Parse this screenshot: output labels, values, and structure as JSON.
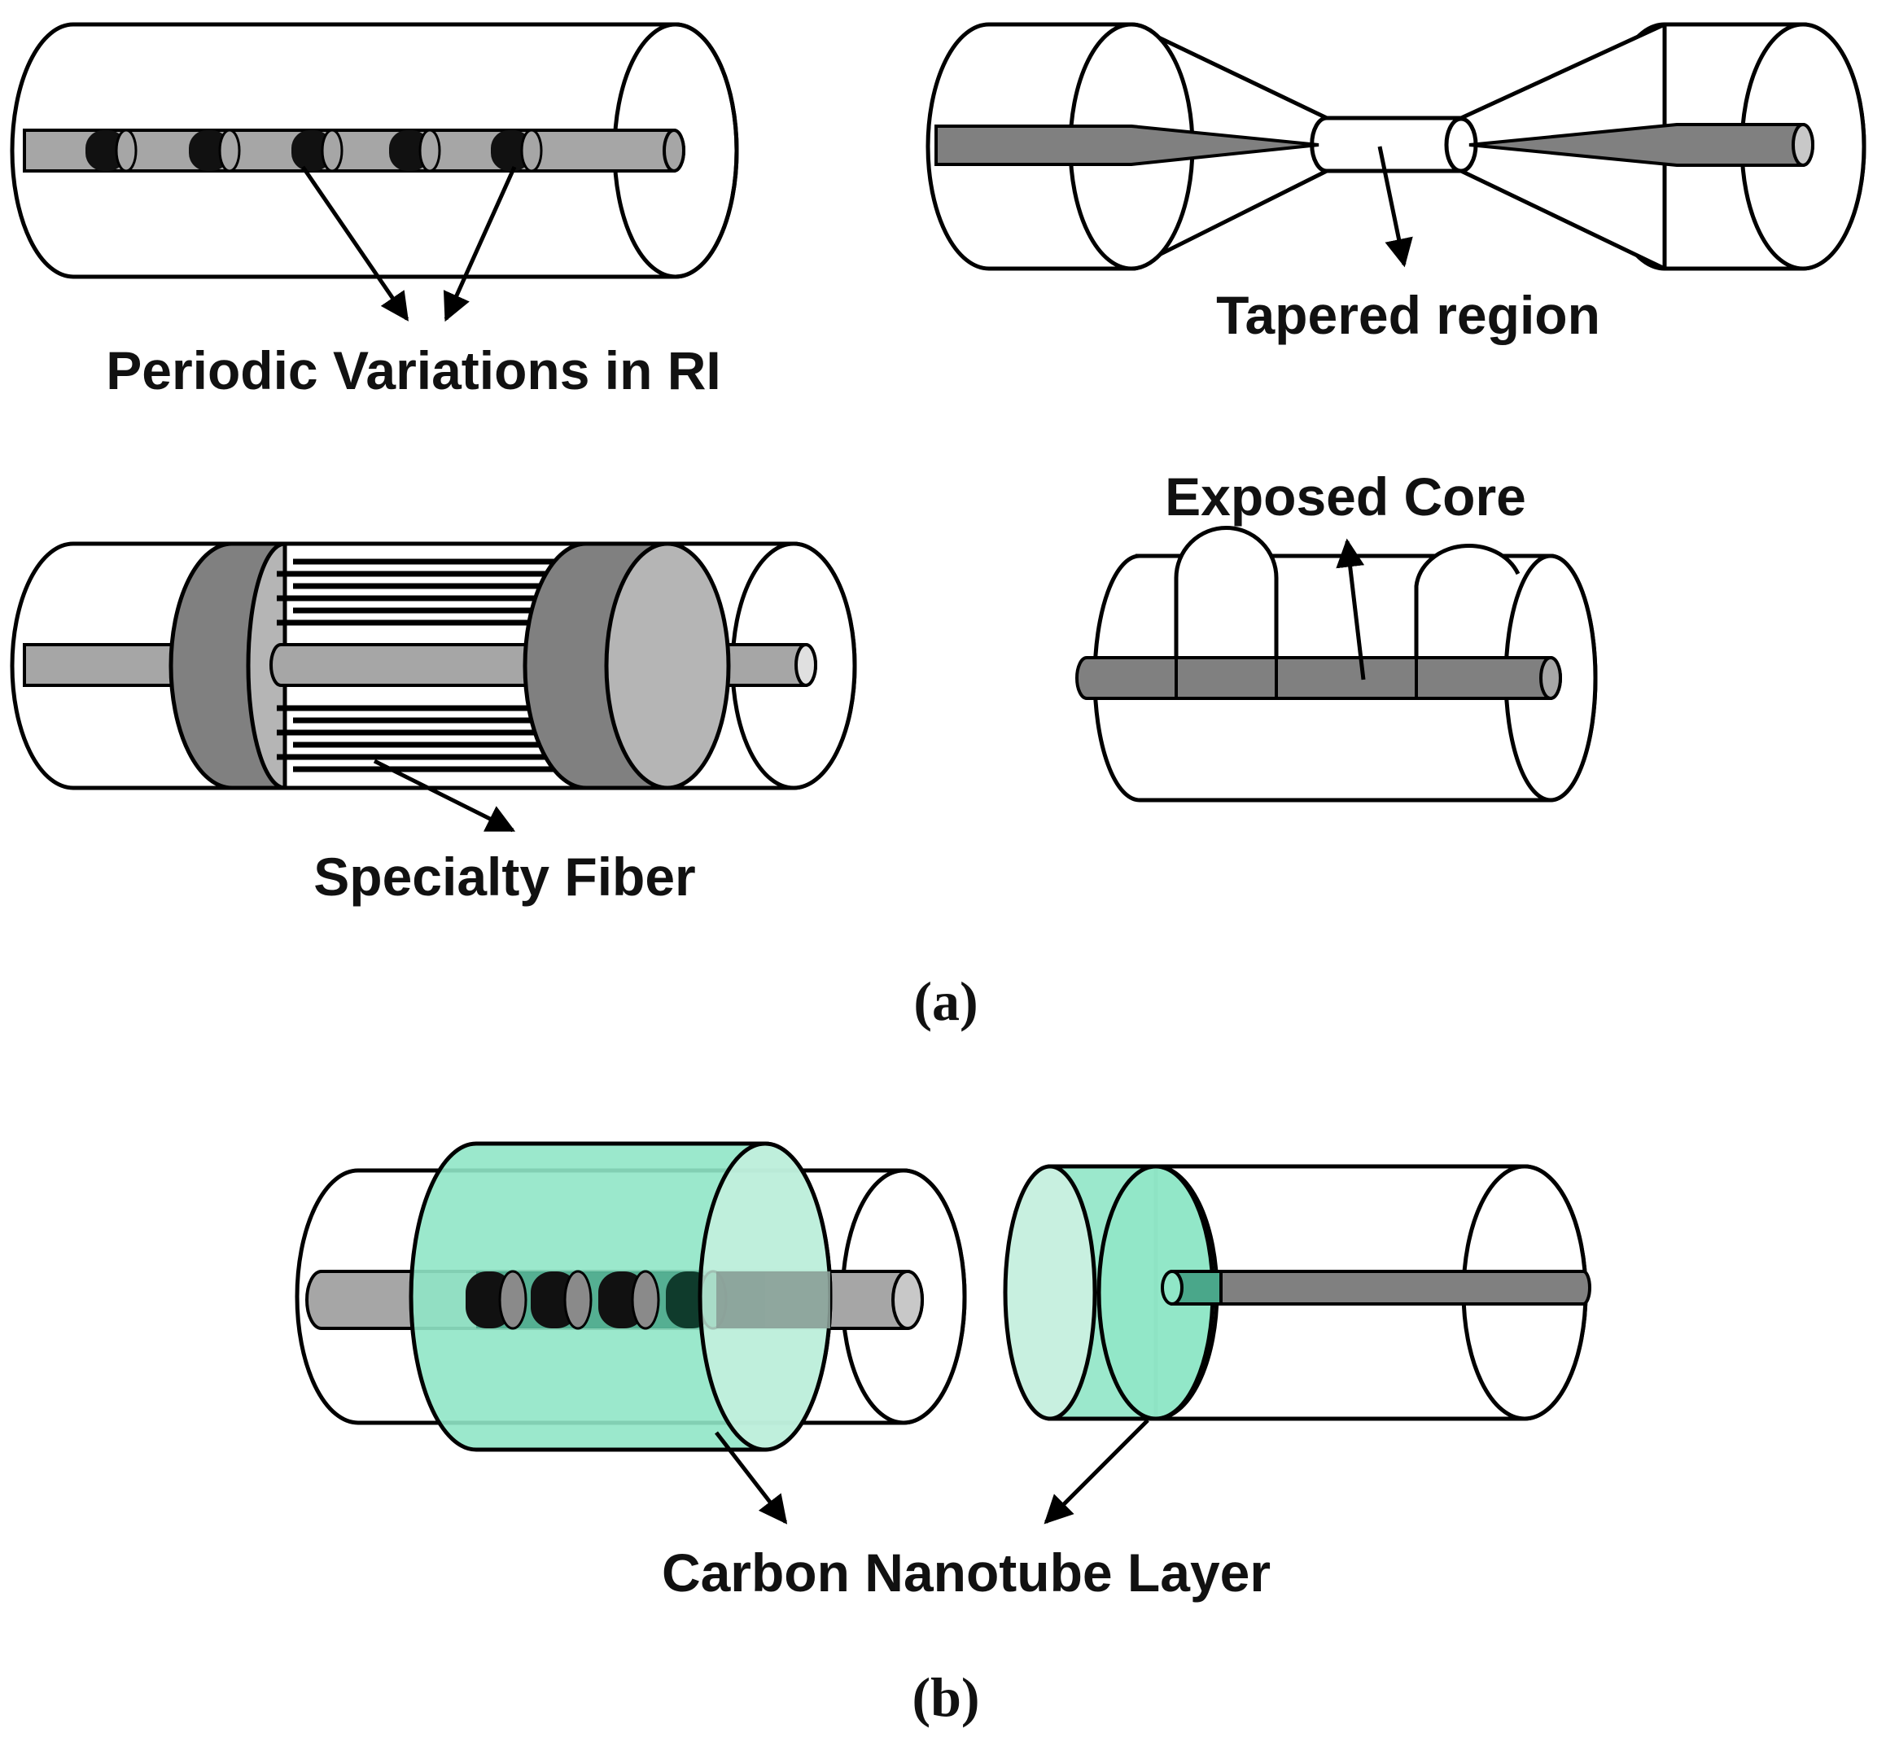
{
  "figure": {
    "panel_a": {
      "caption": "(a)",
      "labels": {
        "periodic": "Periodic Variations in RI",
        "tapered": "Tapered region",
        "specialty": "Specialty Fiber",
        "exposed": "Exposed Core"
      }
    },
    "panel_b": {
      "caption": "(b)",
      "labels": {
        "cnt": "Carbon Nanotube Layer"
      }
    }
  },
  "colors": {
    "outline": "#000000",
    "core_light": "#a6a6a6",
    "core_dark": "#808080",
    "grating": "#111111",
    "cnt_coating": "#90e6c7",
    "cnt_coating_light": "#c8f0e0",
    "collar_dark": "#808080",
    "collar_light": "#b5b5b5"
  }
}
